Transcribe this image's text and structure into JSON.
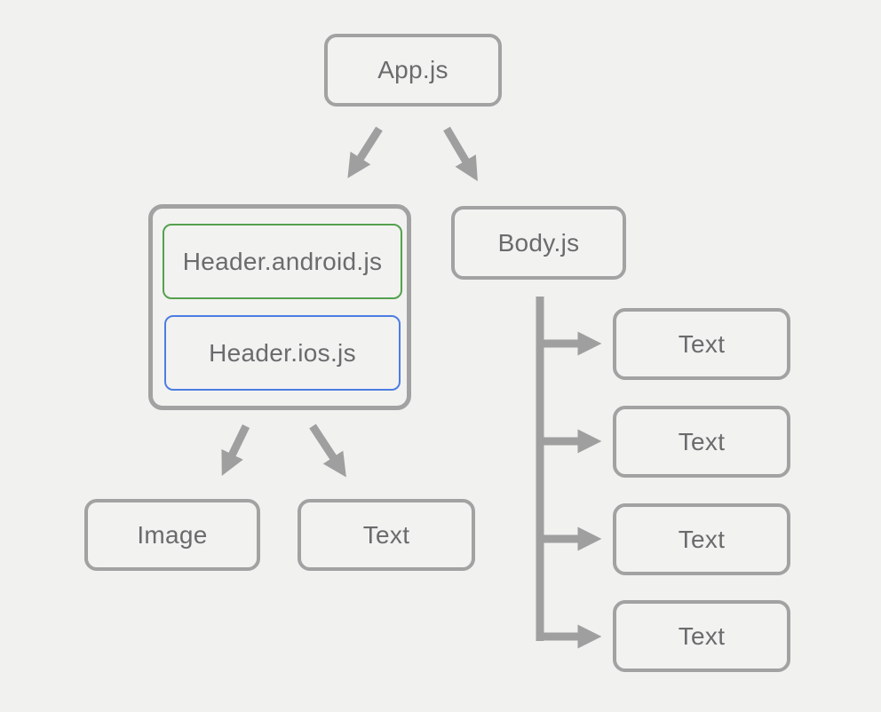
{
  "diagram": {
    "nodes": {
      "app": {
        "label": "App.js"
      },
      "header_group": {
        "android": {
          "label": "Header.android.js"
        },
        "ios": {
          "label": "Header.ios.js"
        }
      },
      "body": {
        "label": "Body.js"
      },
      "image": {
        "label": "Image"
      },
      "text": {
        "label": "Text"
      },
      "body_children": [
        {
          "label": "Text"
        },
        {
          "label": "Text"
        },
        {
          "label": "Text"
        },
        {
          "label": "Text"
        }
      ]
    },
    "edges": [
      {
        "from": "App.js",
        "to": "Header group"
      },
      {
        "from": "App.js",
        "to": "Body.js"
      },
      {
        "from": "Header group",
        "to": "Image"
      },
      {
        "from": "Header group",
        "to": "Text"
      },
      {
        "from": "Body.js",
        "to": "Text (child 1)"
      },
      {
        "from": "Body.js",
        "to": "Text (child 2)"
      },
      {
        "from": "Body.js",
        "to": "Text (child 3)"
      },
      {
        "from": "Body.js",
        "to": "Text (child 4)"
      }
    ],
    "colors": {
      "background": "#f1f1f0",
      "node_border": "#a2a2a2",
      "arrow": "#9f9f9f",
      "label_text": "#6b6b6d",
      "android_border": "#55a04e",
      "ios_border": "#4d7de2"
    }
  }
}
